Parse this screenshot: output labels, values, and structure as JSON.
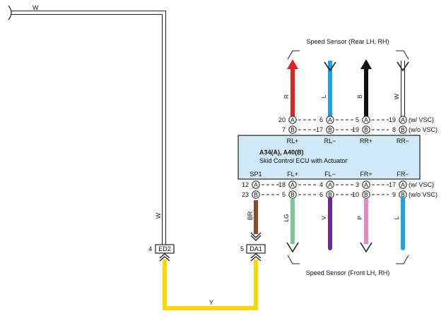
{
  "colors": {
    "red": "#e02424",
    "blue": "#1aa3e0",
    "black": "#111111",
    "white_wire": "#ffffff",
    "brown": "#8b4a2b",
    "light_green": "#7fc79a",
    "violet": "#6a2a90",
    "pink": "#e889c3",
    "yellow": "#ffd700",
    "ecu_fill": "#cfe9f6",
    "outline": "#222222"
  },
  "ecu": {
    "name": "A34(A), A40(B)",
    "description": "Skid Control ECU with Actuator",
    "top_terminals": [
      "RL+",
      "RL−",
      "RR+",
      "RR−"
    ],
    "bottom_terminals": [
      "SP1",
      "FL+",
      "FL−",
      "FR+",
      "FR−"
    ]
  },
  "groups": {
    "rear": "Speed Sensor (Rear LH,  RH)",
    "front": "Speed Sensor (Front LH,  RH)"
  },
  "pins": {
    "top_row_a": [
      "20",
      "6",
      "5",
      "19"
    ],
    "top_row_b": [
      "7",
      "17",
      "19",
      "8"
    ],
    "bottom_row_a": [
      "12",
      "18",
      "4",
      "3",
      "17"
    ],
    "bottom_row_b": [
      "23",
      "5",
      "6",
      "10",
      "9"
    ],
    "letter_a": "A",
    "letter_b": "B"
  },
  "variants": {
    "with_vsc": "(w/ VSC)",
    "without_vsc": "(w/o VSC)"
  },
  "wire_labels": {
    "rear": [
      "R",
      "L",
      "B",
      "W"
    ],
    "front": [
      "LG",
      "V",
      "P",
      "L"
    ],
    "sp1": "BR",
    "left_top": "W",
    "left_vertical": "W",
    "bottom": "Y"
  },
  "connectors": {
    "ed2": {
      "pin": "4",
      "name": "ED2"
    },
    "da1": {
      "pin": "5",
      "name": "DA1"
    }
  }
}
